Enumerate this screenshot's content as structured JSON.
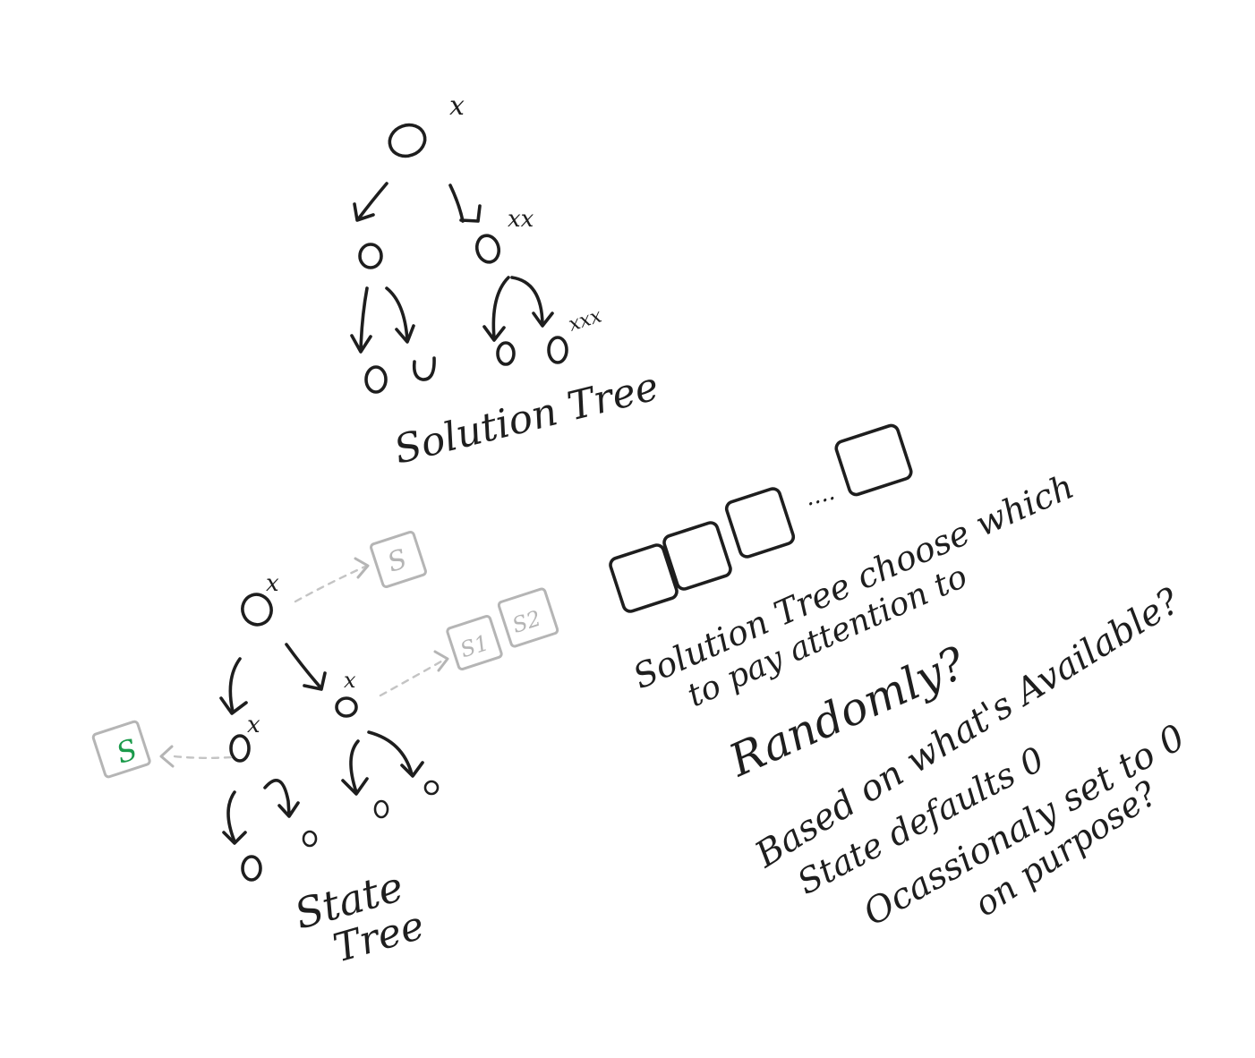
{
  "colors": {
    "ink": "#1e1e1e",
    "ghost": "#b5b5b5",
    "accent_green": "#1a9a4a",
    "background": "#ffffff"
  },
  "solution_tree": {
    "caption": "Solution Tree",
    "marks": {
      "root": "x",
      "right_child": "xx",
      "right_right_leaf": "xxx"
    }
  },
  "state_tree": {
    "caption_line1": "State",
    "caption_line2": "Tree",
    "node_mark": "x",
    "attachments": {
      "root_box": "S",
      "right_box_1": "S1",
      "right_box_2": "S2",
      "left_box": "S"
    }
  },
  "notes": {
    "ellipsis": "....",
    "line1": "Solution Tree  choose which",
    "line2": "to pay attention to",
    "line3": "Randomly?",
    "line4": "Based on what's Available?",
    "line5": "State defaults 0",
    "line6": "Ocassionaly set to 0",
    "line7": "on purpose?"
  }
}
